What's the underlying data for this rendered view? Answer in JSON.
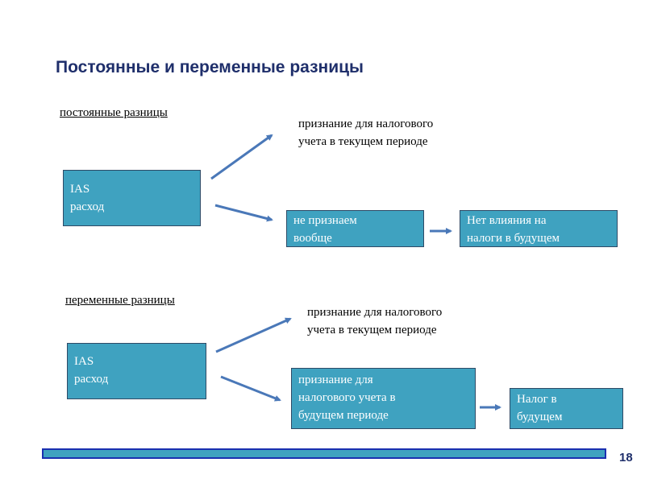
{
  "title": "Постоянные и переменные разницы",
  "permanent": {
    "label": "постоянные разницы",
    "recognition_text": [
      "признание для налогового",
      "учета в текущем периоде"
    ],
    "source_box": [
      "IAS",
      "расход"
    ],
    "not_recognized_box": [
      "не признаем",
      "вообще"
    ],
    "result_box": [
      "Нет влияния на",
      "налоги в будущем"
    ]
  },
  "temporary": {
    "label": "переменные разницы",
    "recognition_text": [
      "признание для налогового",
      "учета в текущем периоде"
    ],
    "source_box": [
      "IAS",
      "расход"
    ],
    "future_box": [
      "признание для",
      "налогового учета в",
      "будущем периоде"
    ],
    "result_box": [
      "Налог в",
      "будущем"
    ]
  },
  "page_number": "18",
  "colors": {
    "box_fill": "#3fa2c0",
    "box_border": "#2e4a66",
    "arrow": "#4a78b8",
    "title": "#1f2f6b",
    "bar_border": "#1a2fb0"
  }
}
